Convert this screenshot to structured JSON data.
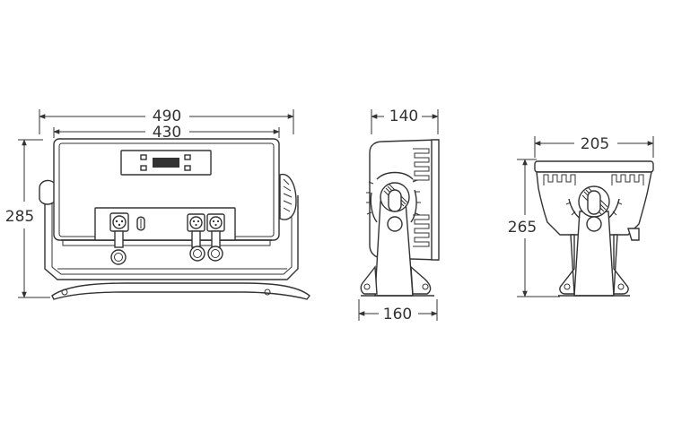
{
  "front_view": {
    "width_outer": "490",
    "width_inner": "430",
    "height": "285"
  },
  "side_view": {
    "depth_top": "140",
    "depth_base": "160"
  },
  "top_view": {
    "width": "205",
    "height": "265"
  },
  "colors": {
    "line": "#333333",
    "background": "#ffffff"
  }
}
